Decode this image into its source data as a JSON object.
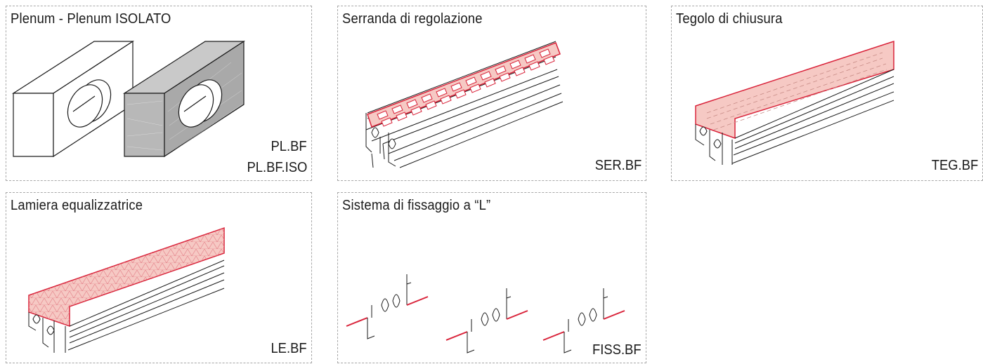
{
  "cards": [
    {
      "title": "Plenum - Plenum ISOLATO",
      "codes": [
        "PL.BF",
        "PL.BF.ISO"
      ]
    },
    {
      "title": "Serranda di regolazione",
      "codes": [
        "SER.BF"
      ]
    },
    {
      "title": "Tegolo di chiusura",
      "codes": [
        "TEG.BF"
      ]
    },
    {
      "title": "Lamiera equalizzatrice",
      "codes": [
        "LE.BF"
      ]
    },
    {
      "title": "Sistema di fissaggio a “L”",
      "codes": [
        "FISS.BF"
      ]
    }
  ],
  "colors": {
    "accent": "#d9233a",
    "accent_fill": "#f6c9c4",
    "line": "#1a1a1a",
    "dash": "#a8a8a8",
    "insulated": "#b8b8b8"
  },
  "icons": [
    "plenum-box-icon",
    "insulated-plenum-box-icon",
    "damper-profile-icon",
    "closing-tile-profile-icon",
    "equalizer-sheet-profile-icon",
    "l-bracket-icon"
  ]
}
